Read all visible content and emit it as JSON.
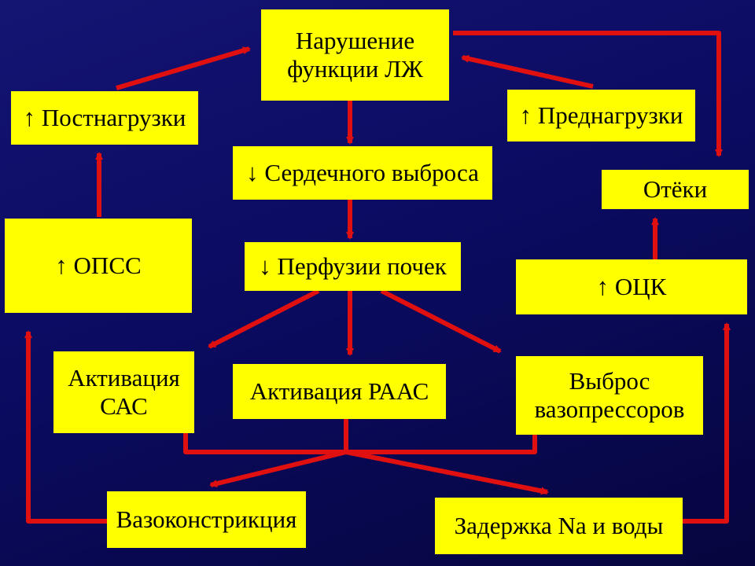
{
  "colors": {
    "background": "#0b0b62",
    "box_fill": "#ffff00",
    "arrow": "#e01010"
  },
  "nodes": {
    "lv_dysfunction": "Нарушение\nфункции ЛЖ",
    "afterload": "↑ Постнагрузки",
    "preload": "↑ Преднагрузки",
    "cardiac_output": "↓ Сердечного выброса",
    "edema": "Отёки",
    "opss": "↑ ОПСС",
    "renal_perfusion": "↓ Перфузии почек",
    "ock": "↑ ОЦК",
    "sas_activation": "Активация\nСАС",
    "raas_activation": "Активация РААС",
    "vasopressors": "Выброс\nвазопрессоров",
    "vasoconstriction": "Вазоконстрикция",
    "na_water_retention": "Задержка Na и воды"
  },
  "edges": [
    {
      "from": "lv_dysfunction",
      "to": "cardiac_output"
    },
    {
      "from": "cardiac_output",
      "to": "renal_perfusion"
    },
    {
      "from": "renal_perfusion",
      "to": "sas_activation"
    },
    {
      "from": "renal_perfusion",
      "to": "raas_activation"
    },
    {
      "from": "renal_perfusion",
      "to": "vasopressors"
    },
    {
      "from": "sas_activation",
      "to": "vasoconstriction"
    },
    {
      "from": "raas_activation",
      "to": "vasoconstriction"
    },
    {
      "from": "vasopressors",
      "to": "vasoconstriction"
    },
    {
      "from": "sas_activation",
      "to": "na_water_retention"
    },
    {
      "from": "raas_activation",
      "to": "na_water_retention"
    },
    {
      "from": "vasopressors",
      "to": "na_water_retention"
    },
    {
      "from": "vasoconstriction",
      "to": "opss"
    },
    {
      "from": "opss",
      "to": "afterload"
    },
    {
      "from": "afterload",
      "to": "lv_dysfunction"
    },
    {
      "from": "na_water_retention",
      "to": "ock"
    },
    {
      "from": "ock",
      "to": "edema"
    },
    {
      "from": "preload",
      "to": "lv_dysfunction"
    },
    {
      "from": "lv_dysfunction",
      "to": "edema"
    }
  ]
}
